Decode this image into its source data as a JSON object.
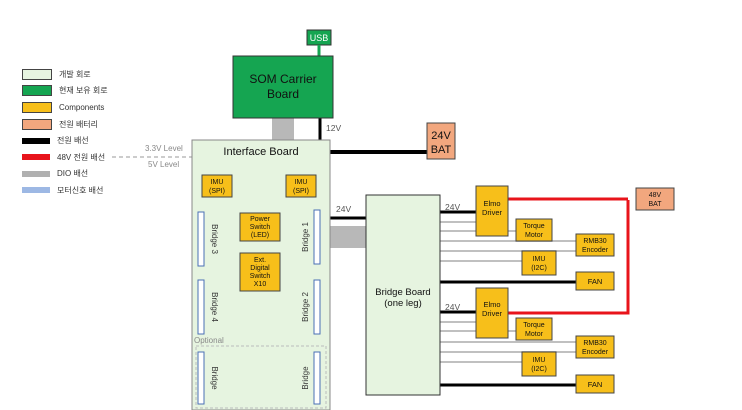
{
  "legend": {
    "items": [
      {
        "label": "개발 회로",
        "color": "#e6f4e0",
        "kind": "box"
      },
      {
        "label": "현재 보유 회로",
        "color": "#15a551",
        "kind": "box"
      },
      {
        "label": "Components",
        "color": "#f7bf1a",
        "kind": "box"
      },
      {
        "label": "전원 배터리",
        "color": "#f2a77e",
        "kind": "box"
      },
      {
        "label": "전원 배선",
        "color": "#000000",
        "kind": "line"
      },
      {
        "label": "48V 전원 배선",
        "color": "#e8141b",
        "kind": "line"
      },
      {
        "label": "DIO 배선",
        "color": "#b0b0b0",
        "kind": "line"
      },
      {
        "label": "모터신호 배선",
        "color": "#9db8e4",
        "kind": "line"
      }
    ]
  },
  "diagram": {
    "usb": "USB",
    "som_line1": "SOM Carrier",
    "som_line2": "Board",
    "label_12v": "12V",
    "bat24_line1": "24V",
    "bat24_line2": "BAT",
    "level_33v": "3.3V Level",
    "level_5v": "5V Level",
    "interface_board": "Interface Board",
    "imu_spi_1a": "IMU",
    "imu_spi_1b": "(SPI)",
    "imu_spi_2a": "IMU",
    "imu_spi_2b": "(SPI)",
    "power_switch_1": "Power",
    "power_switch_2": "Switch",
    "power_switch_3": "(LED)",
    "ext_1": "Ext.",
    "ext_2": "Digital",
    "ext_3": "Switch",
    "ext_4": "X10",
    "bridge_3": "Bridge 3",
    "bridge_4": "Bridge 4",
    "bridge_1": "Bridge 1",
    "bridge_2": "Bridge 2",
    "optional": "Optional",
    "bridge_opt_left": "Bridge",
    "bridge_opt_right": "Bridge",
    "label_24v_a": "24V",
    "bridge_board_1": "Bridge Board",
    "bridge_board_2": "(one leg)",
    "label_24v_b": "24V",
    "label_24v_c": "24V",
    "elmo_1a": "Elmo",
    "elmo_1b": "Driver",
    "elmo_2a": "Elmo",
    "elmo_2b": "Driver",
    "torque_1a": "Torque",
    "torque_1b": "Motor",
    "torque_2a": "Torque",
    "torque_2b": "Motor",
    "rmb_1a": "RMB30",
    "rmb_1b": "Encoder",
    "rmb_2a": "RMB30",
    "rmb_2b": "Encoder",
    "imu_i2c_1a": "IMU",
    "imu_i2c_1b": "(I2C)",
    "imu_i2c_2a": "IMU",
    "imu_i2c_2b": "(I2C)",
    "fan_1": "FAN",
    "fan_2": "FAN",
    "bat48_1": "48V",
    "bat48_2": "BAT"
  }
}
